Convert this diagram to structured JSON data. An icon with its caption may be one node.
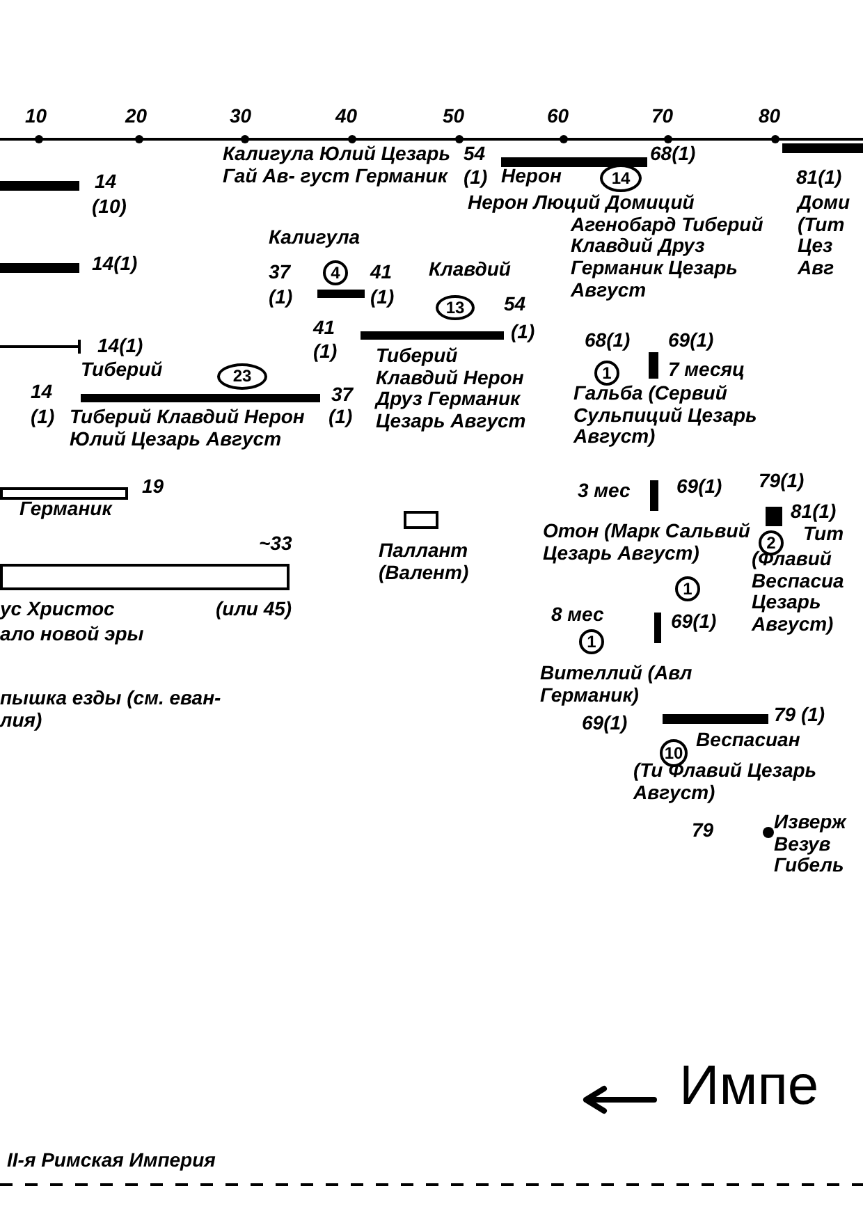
{
  "diagram": {
    "nodes": [
      {
        "text": [
          "14"
        ]
      },
      {
        "text": [
          "4"
        ]
      },
      {
        "text": [
          "13"
        ]
      },
      {
        "text": [
          "1"
        ]
      },
      {
        "text": [
          "23"
        ]
      },
      {
        "text": [],
        "shape": "bar"
      },
      {
        "text": [],
        "shape": "bar"
      },
      {
        "text": [
          "2"
        ]
      },
      {
        "text": [],
        "shape": "bar"
      },
      {
        "text": [
          "1"
        ]
      },
      {
        "text": [
          "1"
        ]
      },
      {
        "text": [
          "10"
        ]
      }
    ],
    "labels": [
      "10",
      "20",
      "30",
      "40",
      "50",
      "60",
      "70",
      "80",
      "Калигула Юлий Цезарь Гай Ав- густ Германик",
      "54",
      "68(1)",
      "14",
      "(10)",
      "(1)",
      "Нерон",
      "81(1)",
      "Нерон Люций Домиций Агенобард Тиберий Клавдий Друз Германик Цезарь Август",
      "Доми (Тит Цез Авг",
      "Калигула",
      "14(1)",
      "37",
      "41",
      "Клавдий",
      "(1)",
      "(1)",
      "54",
      "41",
      "(1)",
      "14(1)",
      "68(1)",
      "69(1)",
      "(1)",
      "Тиберий Клавдий Нерон Друз Германик Цезарь Август",
      "Тиберий",
      "7 месяц",
      "14",
      "37",
      "Гальба (Сервий Сульпиций Цезарь Август)",
      "(1)",
      "Тиберий Клавдий Нерон Юлий Цезарь Август",
      "(1)",
      "19",
      "79(1)",
      "3 мес",
      "69(1)",
      "Германик",
      "81(1)",
      "Отон (Марк Сальвий Цезарь Август)",
      "Тит",
      "~33",
      "Паллант (Валент)",
      "(Флавий Веспасиа Цезарь Август)",
      "ус Христос",
      "(или 45)",
      "8 мес",
      "69(1)",
      "ало новой эры",
      "Вителлий (Авл Германик)",
      "пышка езды (см. еван- лия)",
      "69(1)",
      "79 (1)",
      "Веспасиан",
      "(Ти Флавий Цезарь Август)",
      "79",
      "Изверж Везув Гибель",
      "Импе",
      "II-я Римская Империя"
    ]
  }
}
